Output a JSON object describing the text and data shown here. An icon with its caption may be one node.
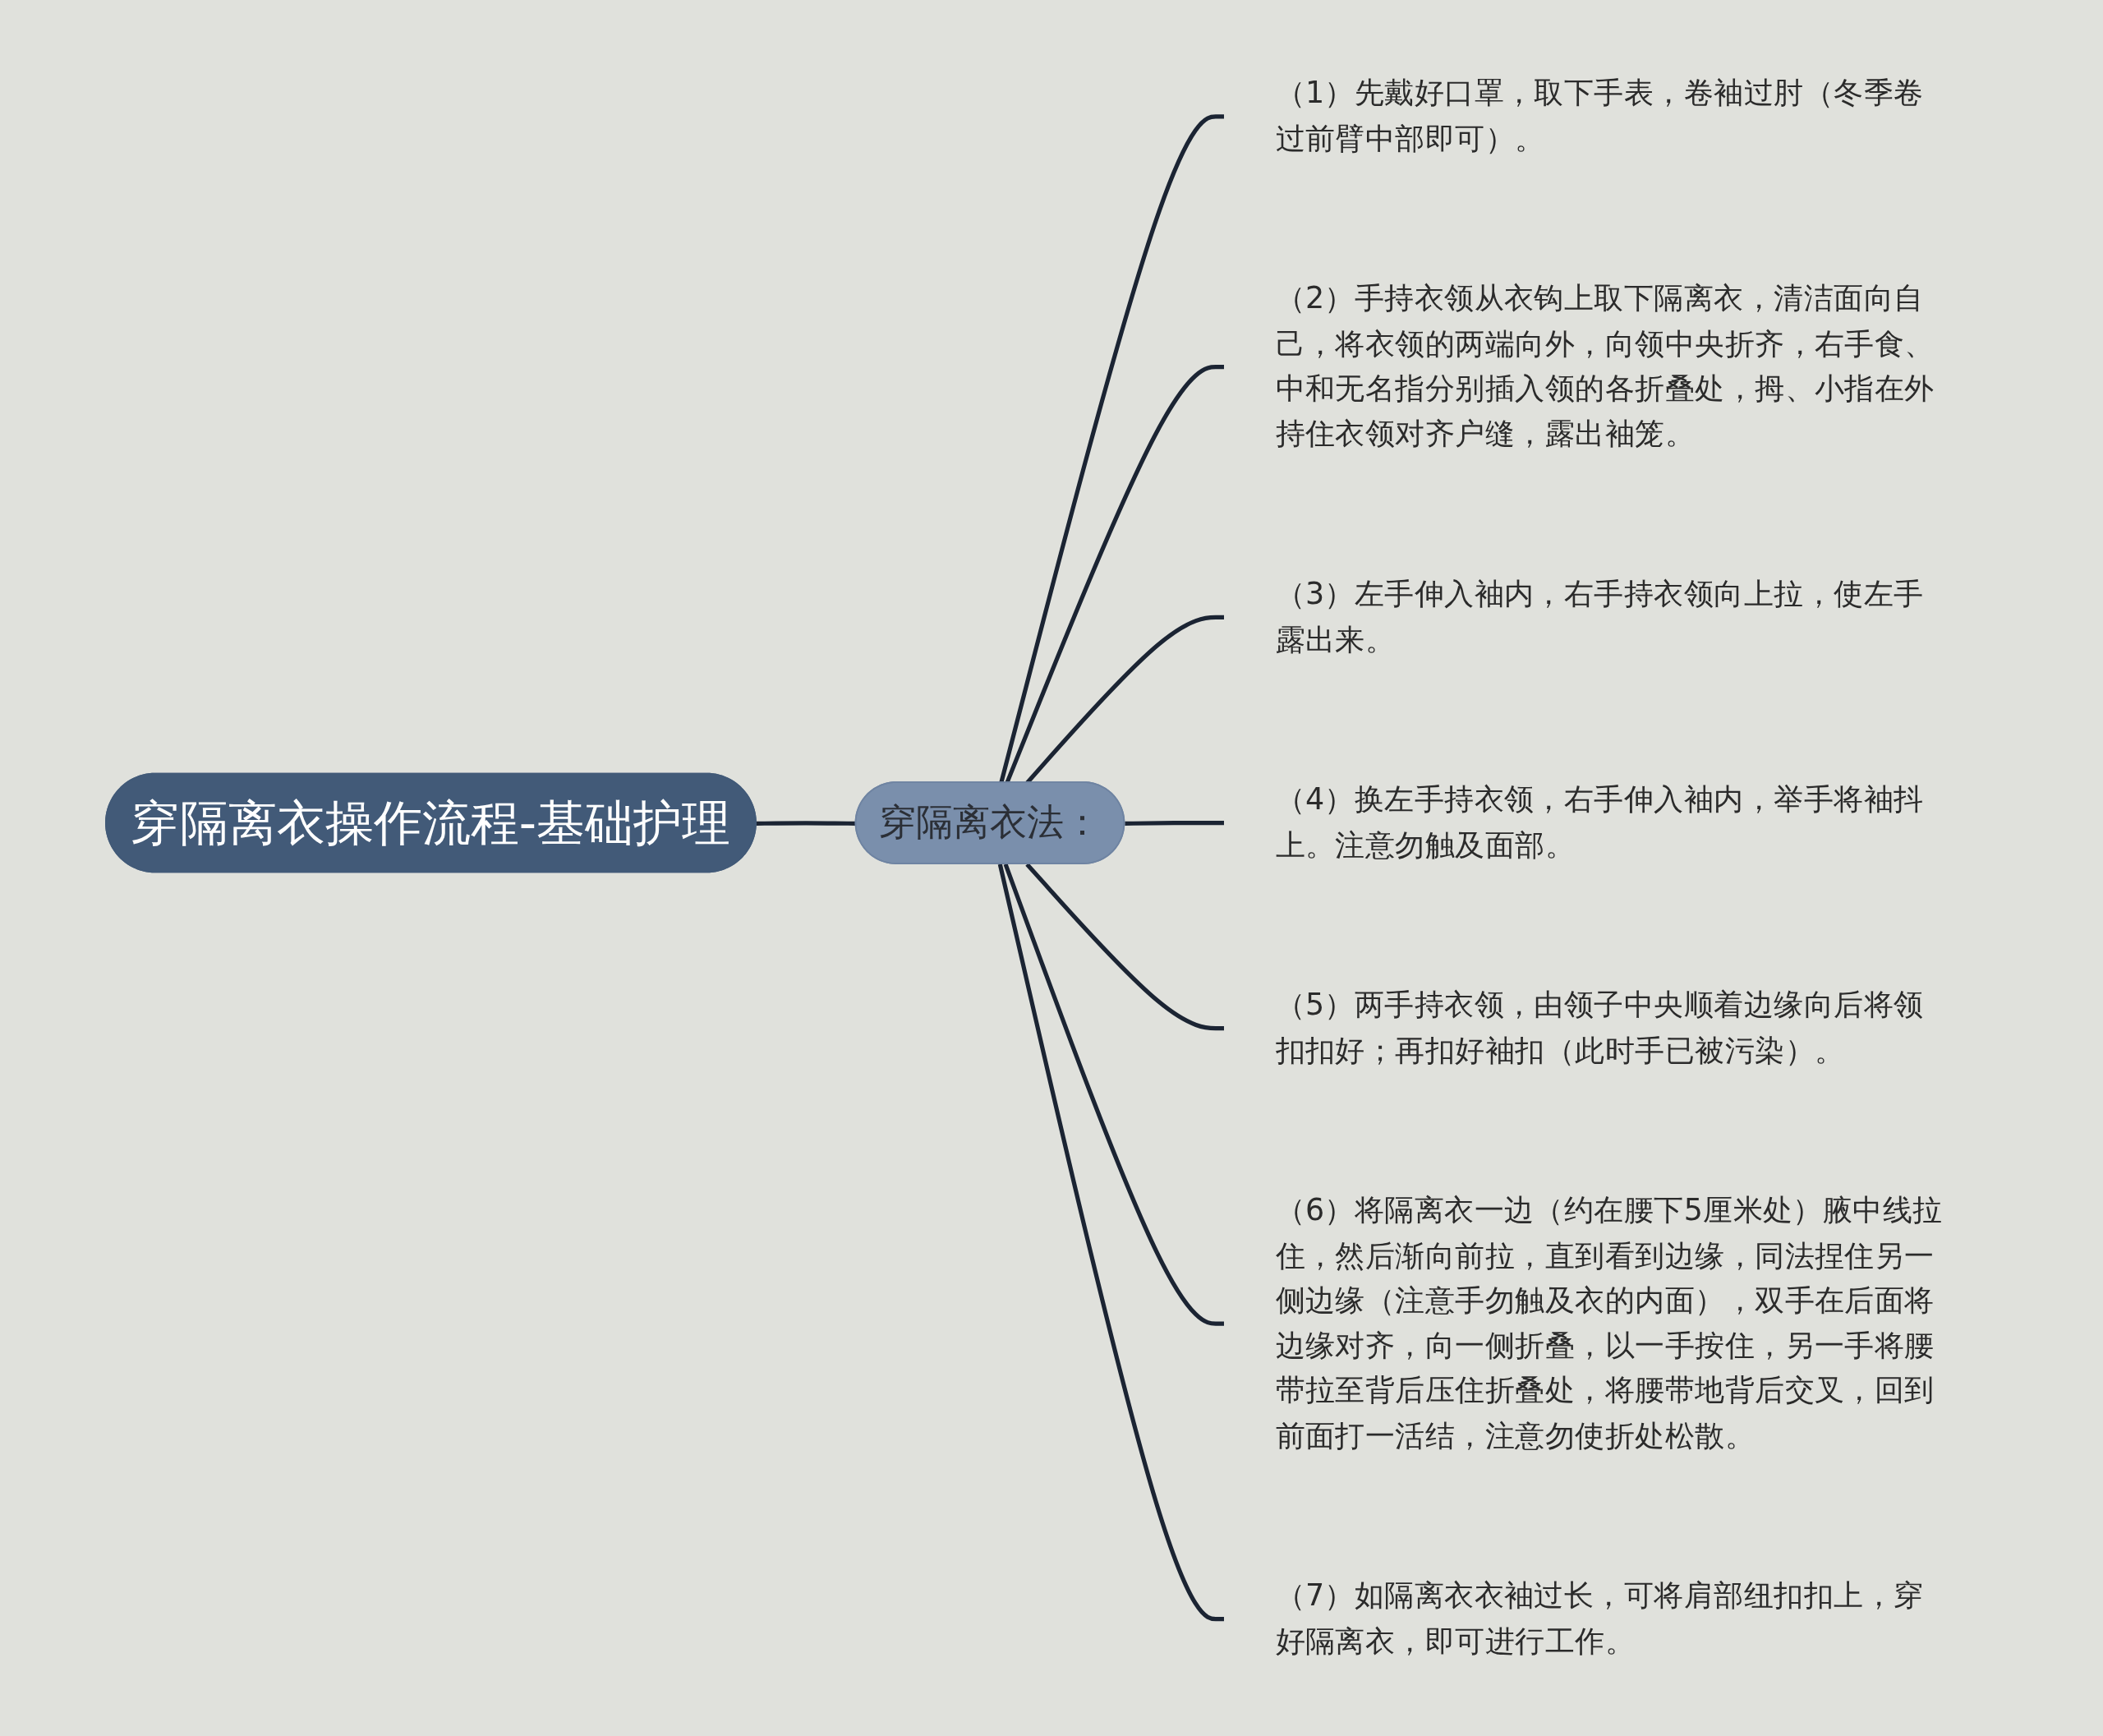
{
  "diagram": {
    "nodes": [
      {
        "text": [
          "穿隔离衣操作流程-基础护理"
        ]
      },
      {
        "text": [
          "穿隔离衣法："
        ]
      },
      {
        "text": [
          "（1）先戴好口罩，取下手表，卷袖过肘（冬季卷过前臂中部即可）。"
        ]
      },
      {
        "text": [
          "（2）手持衣领从衣钩上取下隔离衣，清洁面向自己，将衣领的两端向外，向领中央折齐，右手食、中和无名指分别插入领的各折叠处，拇、小指在外持住衣领对齐户缝，露出袖笼。"
        ]
      },
      {
        "text": [
          "（3）左手伸入袖内，右手持衣领向上拉，使左手露出来。"
        ]
      },
      {
        "text": [
          "（4）换左手持衣领，右手伸入袖内，举手将袖抖上。注意勿触及面部。"
        ]
      },
      {
        "text": [
          "（5）两手持衣领，由领子中央顺着边缘向后将领扣扣好；再扣好袖扣（此时手已被污染）。"
        ]
      },
      {
        "text": [
          "（6）将隔离衣一边（约在腰下5厘米处）腋中线拉住，然后渐向前拉，直到看到边缘，同法捏住另一侧边缘（注意手勿触及衣的内面），双手在后面将边缘对齐，向一侧折叠，以一手按住，另一手将腰带拉至背后压住折叠处，将腰带地背后交叉，回到前面打一活结，注意勿使折处松散。"
        ]
      },
      {
        "text": [
          "（7）如隔离衣衣袖过长，可将肩部纽扣扣上，穿好隔离衣，即可进行工作。"
        ]
      }
    ],
    "edges": [
      {
        "from": 0,
        "to": 1,
        "arrow": "none"
      },
      {
        "from": 1,
        "to": 2,
        "arrow": "none"
      },
      {
        "from": 1,
        "to": 3,
        "arrow": "none"
      },
      {
        "from": 1,
        "to": 4,
        "arrow": "none"
      },
      {
        "from": 1,
        "to": 5,
        "arrow": "none"
      },
      {
        "from": 1,
        "to": 6,
        "arrow": "none"
      },
      {
        "from": 1,
        "to": 7,
        "arrow": "none"
      },
      {
        "from": 1,
        "to": 8,
        "arrow": "none"
      }
    ]
  }
}
